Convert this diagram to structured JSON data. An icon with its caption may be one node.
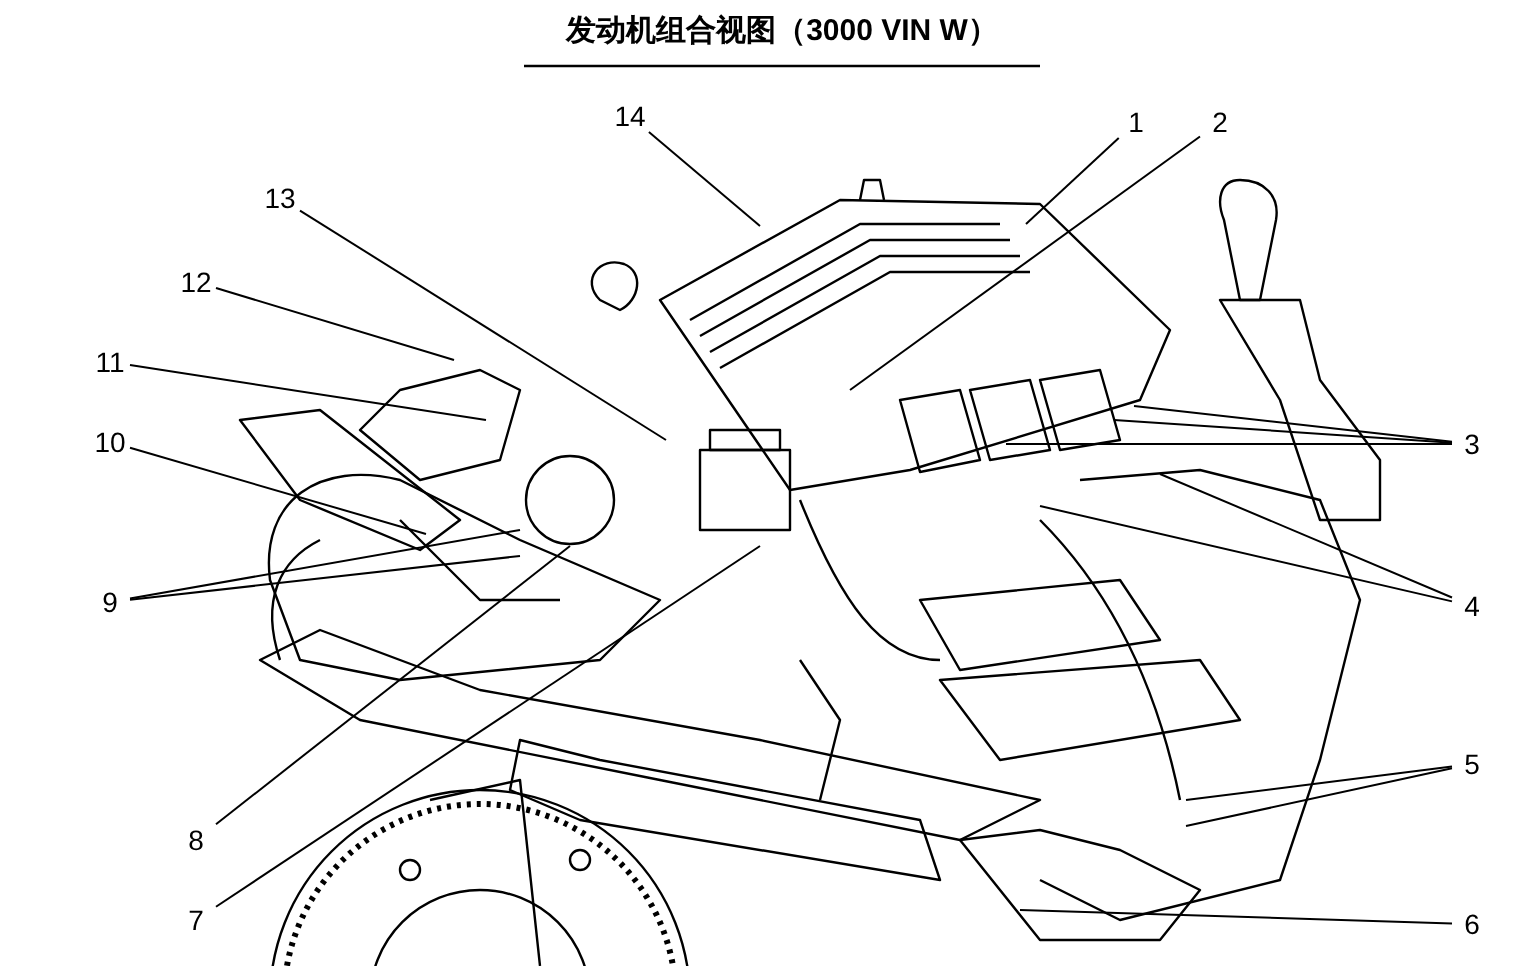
{
  "diagram": {
    "title": "发动机组合视图（3000 VIN W）",
    "nodes": [
      {
        "text": [
          "1"
        ]
      },
      {
        "text": [
          "2"
        ]
      },
      {
        "text": [
          "3"
        ]
      },
      {
        "text": [
          "4"
        ]
      },
      {
        "text": [
          "5"
        ]
      },
      {
        "text": [
          "6"
        ]
      },
      {
        "text": [
          "7"
        ]
      },
      {
        "text": [
          "8"
        ]
      },
      {
        "text": [
          "9"
        ]
      },
      {
        "text": [
          "10"
        ]
      },
      {
        "text": [
          "11"
        ]
      },
      {
        "text": [
          "12"
        ]
      },
      {
        "text": [
          "13"
        ]
      },
      {
        "text": [
          "14"
        ]
      }
    ],
    "edges": [
      {
        "from": 0,
        "to": null,
        "arrow": "none"
      },
      {
        "from": 1,
        "to": null,
        "arrow": "none"
      },
      {
        "from": 2,
        "to": null,
        "arrow": "none"
      },
      {
        "from": 2,
        "to": null,
        "arrow": "none"
      },
      {
        "from": 2,
        "to": null,
        "arrow": "none"
      },
      {
        "from": 2,
        "to": null,
        "arrow": "none"
      },
      {
        "from": 3,
        "to": null,
        "arrow": "none"
      },
      {
        "from": 3,
        "to": null,
        "arrow": "none"
      },
      {
        "from": 4,
        "to": null,
        "arrow": "none"
      },
      {
        "from": 4,
        "to": null,
        "arrow": "none"
      },
      {
        "from": 5,
        "to": null,
        "arrow": "none"
      },
      {
        "from": 6,
        "to": null,
        "arrow": "none"
      },
      {
        "from": 7,
        "to": null,
        "arrow": "none"
      },
      {
        "from": 8,
        "to": null,
        "arrow": "none"
      },
      {
        "from": 8,
        "to": null,
        "arrow": "none"
      },
      {
        "from": 9,
        "to": null,
        "arrow": "none"
      },
      {
        "from": 10,
        "to": null,
        "arrow": "none"
      },
      {
        "from": 11,
        "to": null,
        "arrow": "none"
      },
      {
        "from": 12,
        "to": null,
        "arrow": "none"
      },
      {
        "from": 13,
        "to": null,
        "arrow": "none"
      }
    ]
  }
}
